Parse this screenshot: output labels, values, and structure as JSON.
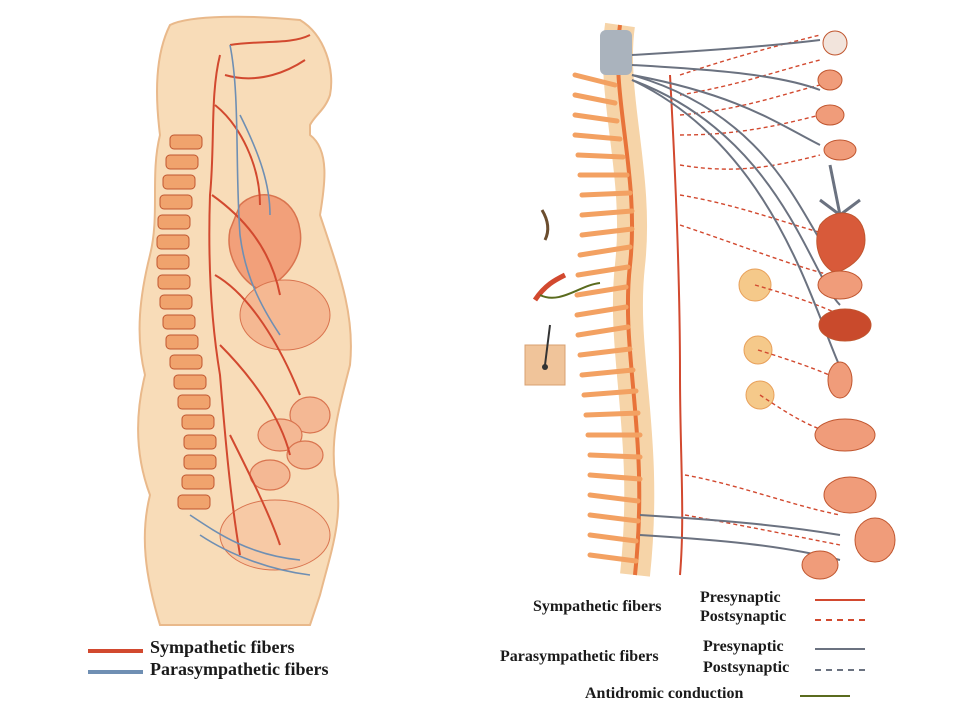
{
  "left_legend": {
    "sympathetic": {
      "label": "Sympathetic fibers",
      "color": "#d2492f"
    },
    "parasympathetic": {
      "label": "Parasympathetic fibers",
      "color": "#6f8fb3"
    }
  },
  "right_legend": {
    "sympathetic_label": "Sympathetic fibers",
    "parasympathetic_label": "Parasympathetic fibers",
    "presynaptic_label": "Presynaptic",
    "postsynaptic_label": "Postsynaptic",
    "antidromic_label": "Antidromic conduction",
    "colors": {
      "sympathetic": "#d2492f",
      "parasympathetic": "#6b7280",
      "antidromic": "#5a6b1e",
      "skin": "#f6d4a8",
      "nerve": "#e8733a"
    }
  }
}
